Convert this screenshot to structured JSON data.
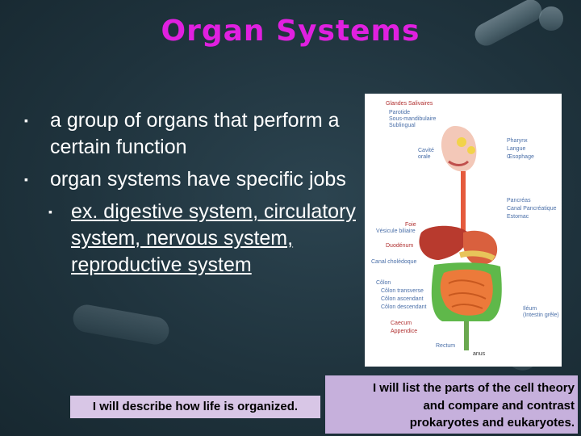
{
  "slide": {
    "title": "Organ Systems",
    "bullets": [
      {
        "text": "a group of organs that perform a certain function"
      },
      {
        "text": "organ systems have specific jobs"
      }
    ],
    "sub_bullet": {
      "prefix": "ex. ",
      "link_text": "digestive system, circulatory system, nervous system, reproductive system"
    },
    "objective_left": "I will describe how life is organized.",
    "objective_right": {
      "line1": "I will list the parts of the cell theory",
      "line2": "and compare and contrast",
      "line3": "prokaryotes and eukaryotes."
    }
  },
  "diagram_labels": {
    "glandes": "Glandes Salivaires",
    "parotide": "Parotide",
    "sousmandibulaire": "Sous-mandibulaire",
    "sublingual": "Sublingual",
    "cavite1": "Cavité",
    "cavite2": "orale",
    "pharynx": "Pharynx",
    "langue": "Langue",
    "oesophage": "Œsophage",
    "pancreas": "Pancréas",
    "canal_pancreatique": "Canal Pancréatique",
    "estomac": "Estomac",
    "foie": "Foie",
    "vesicule": "Vésicule biliaire",
    "duodenum": "Duodénum",
    "canal_choledoque": "Canal cholédoque",
    "colon": "Côlon",
    "colon_transverse": "Côlon transverse",
    "colon_ascendant": "Côlon ascendant",
    "colon_descendant": "Côlon descendant",
    "ileum": "Iléum",
    "intestin_grele": "(Intestin grêle)",
    "caecum": "Caecum",
    "appendice": "Appendice",
    "rectum": "Rectum",
    "anus": "anus"
  },
  "colors": {
    "title": "#e020e0",
    "objective_left_bg": "#d8c6e6",
    "objective_right_bg": "#c6b0dc"
  }
}
